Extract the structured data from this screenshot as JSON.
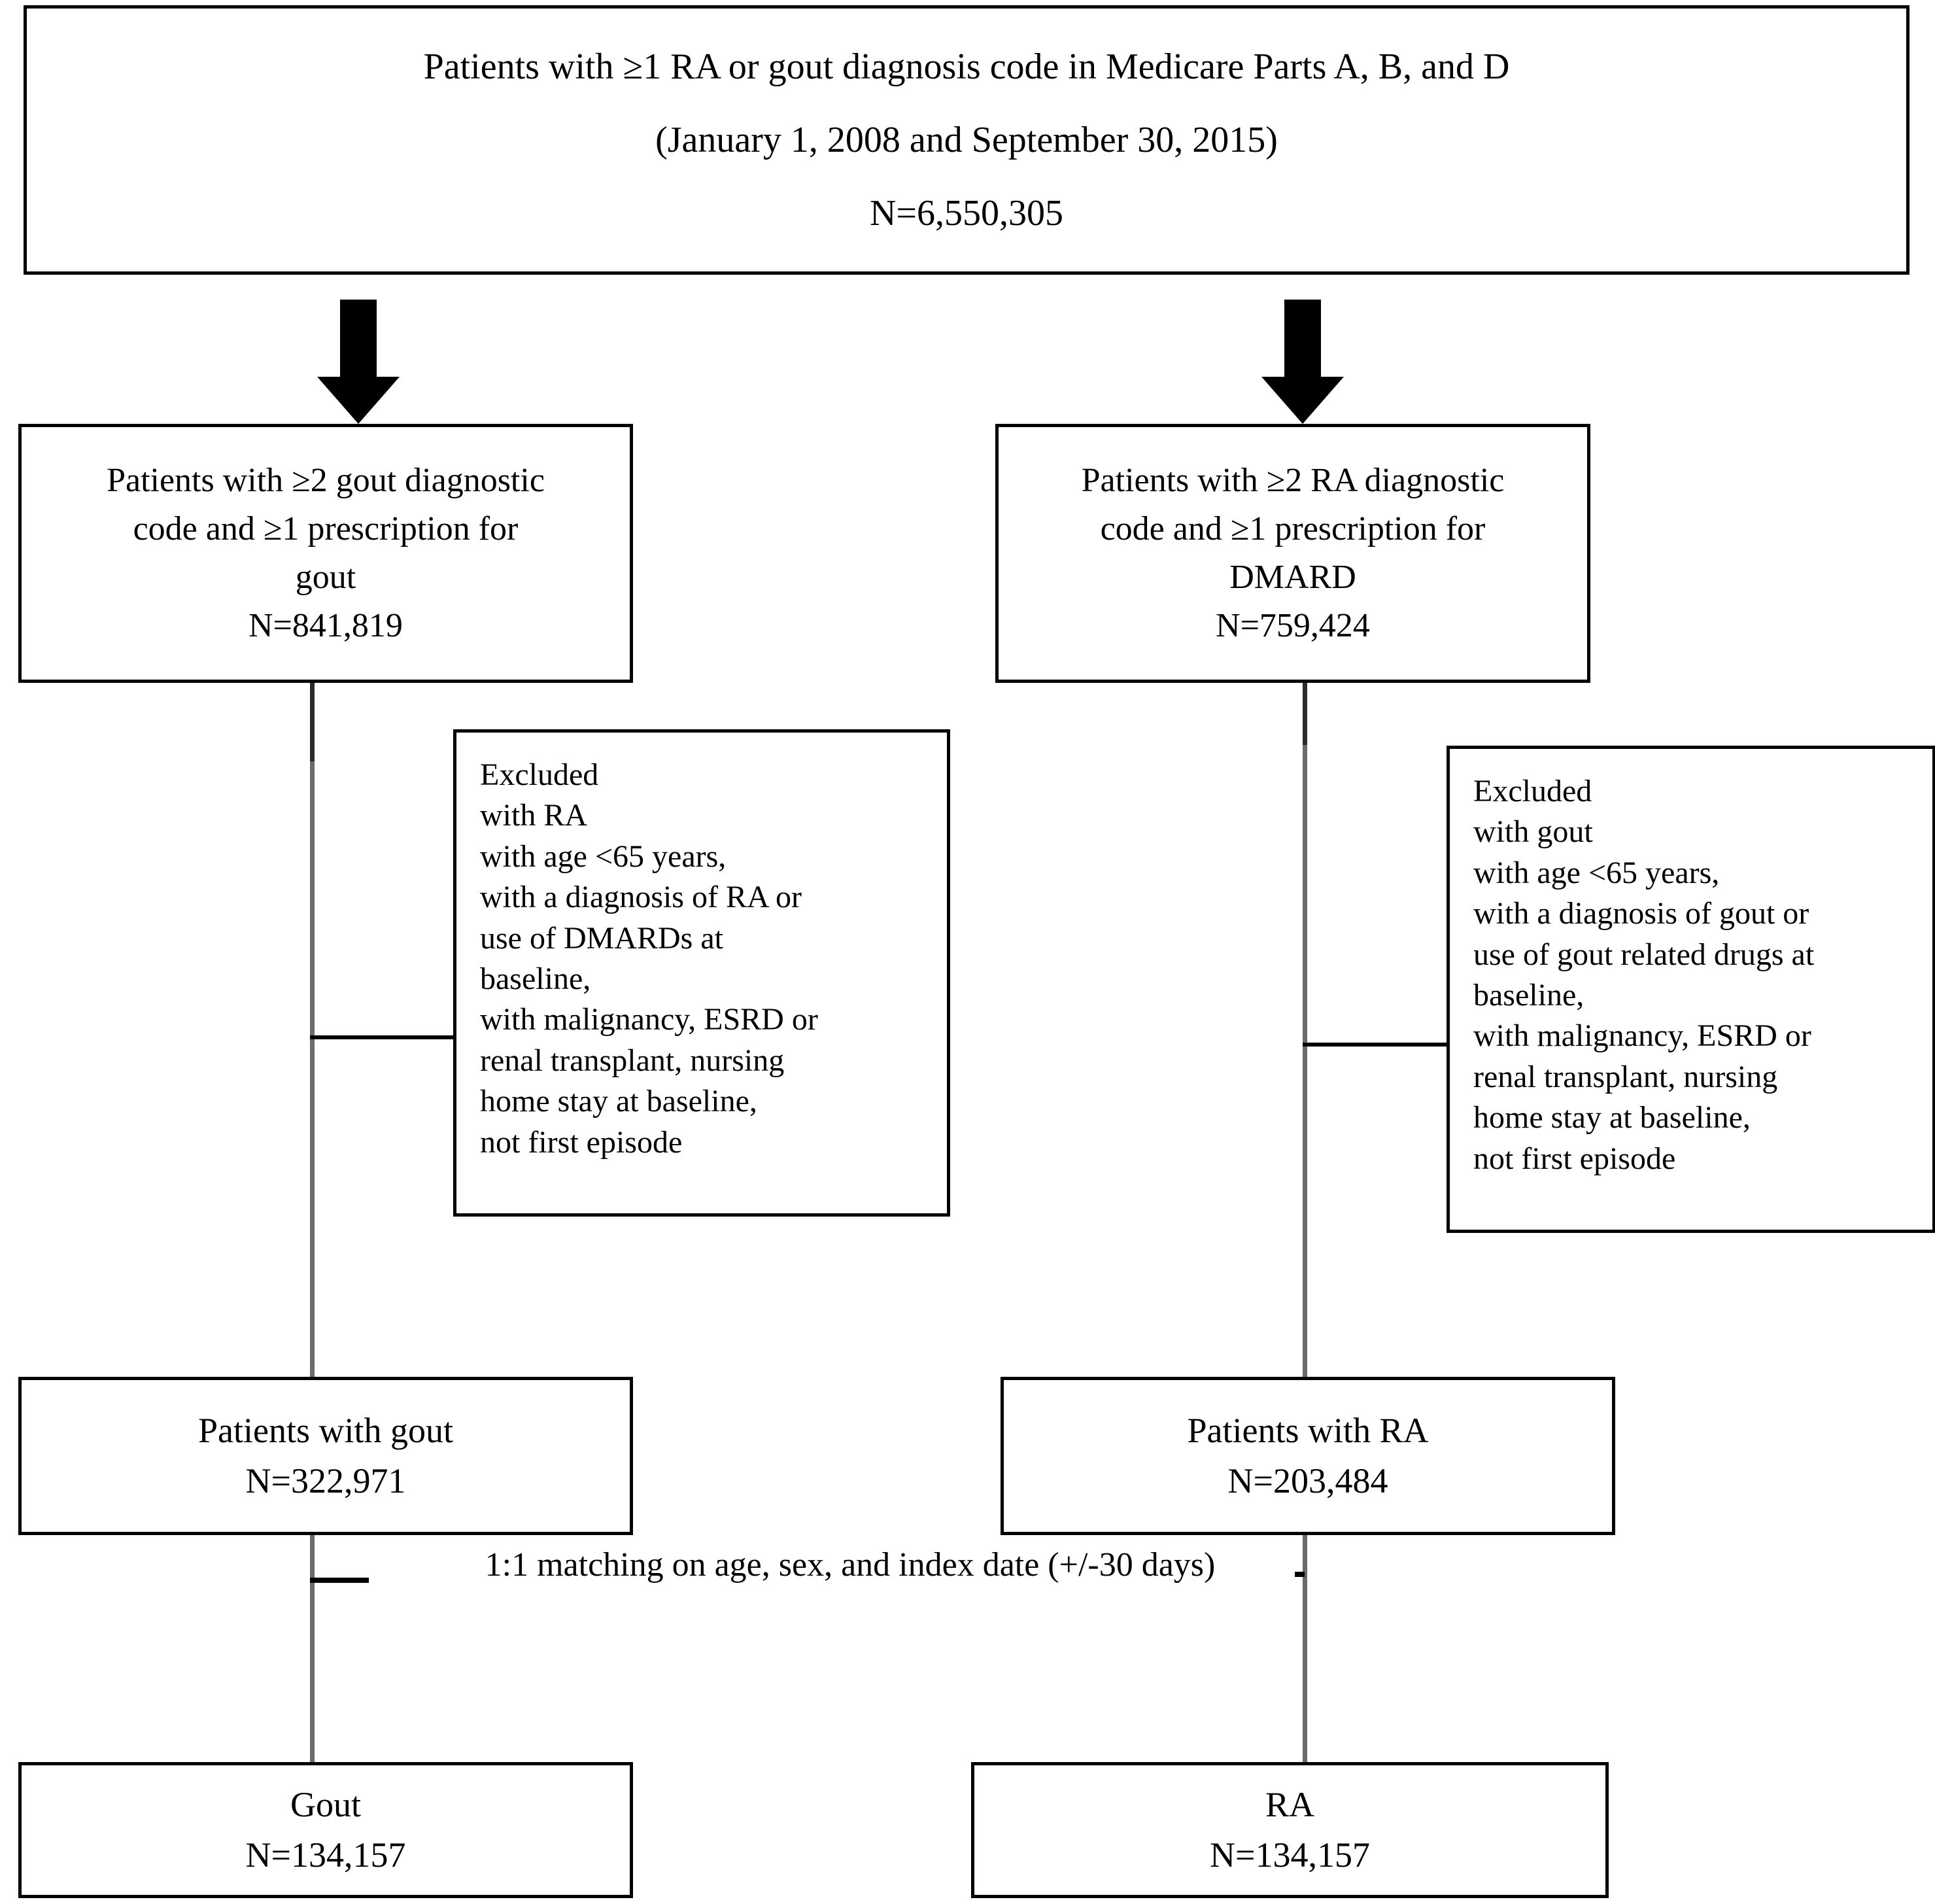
{
  "figure": {
    "type": "flowchart",
    "title": "Study cohort selection flow diagram"
  },
  "nodes": {
    "source_population": {
      "line1": "Patients with ≥1 RA or gout diagnosis code in Medicare Parts A, B, and D",
      "line2": "(January 1, 2008 and September 30, 2015)",
      "line3": "N=6,550,305"
    },
    "gout_eligible": {
      "line1": "Patients with ≥2 gout diagnostic",
      "line2": "code and ≥1 prescription for",
      "line3": "gout",
      "line4": "N=841,819"
    },
    "ra_eligible": {
      "line1": "Patients with ≥2 RA diagnostic",
      "line2": "code and ≥1 prescription for",
      "line3": "DMARD",
      "line4": "N=759,424"
    },
    "gout_exclusions": {
      "heading": "Excluded",
      "items": [
        "with RA",
        "with age <65 years,",
        "with a diagnosis of RA or",
        "use of DMARDs at",
        "baseline,",
        "with malignancy, ESRD or",
        "renal transplant, nursing",
        "home stay at baseline,",
        "not first episode"
      ]
    },
    "ra_exclusions": {
      "heading": "Excluded",
      "items": [
        "with gout",
        "with age <65 years,",
        "with a diagnosis of gout or",
        "use of gout related drugs at",
        "baseline,",
        "with malignancy, ESRD or",
        "renal transplant, nursing",
        "home stay at baseline,",
        "not first episode"
      ]
    },
    "gout_patients": {
      "line1": "Patients with gout",
      "line2": "N=322,971"
    },
    "ra_patients": {
      "line1": "Patients with RA",
      "line2": "N=203,484"
    },
    "gout_final": {
      "line1": "Gout",
      "line2": "N=134,157"
    },
    "ra_final": {
      "line1": "RA",
      "line2": "N=134,157"
    }
  },
  "connectors": {
    "matching_label": "1:1 matching on age, sex, and index date (+/-30 days)",
    "arrow_left_name": "down-arrow-icon",
    "arrow_right_name": "down-arrow-icon"
  },
  "colors": {
    "border": "#000000",
    "connector_line": "#6b6b6b",
    "background": "#ffffff",
    "text": "#000000"
  }
}
